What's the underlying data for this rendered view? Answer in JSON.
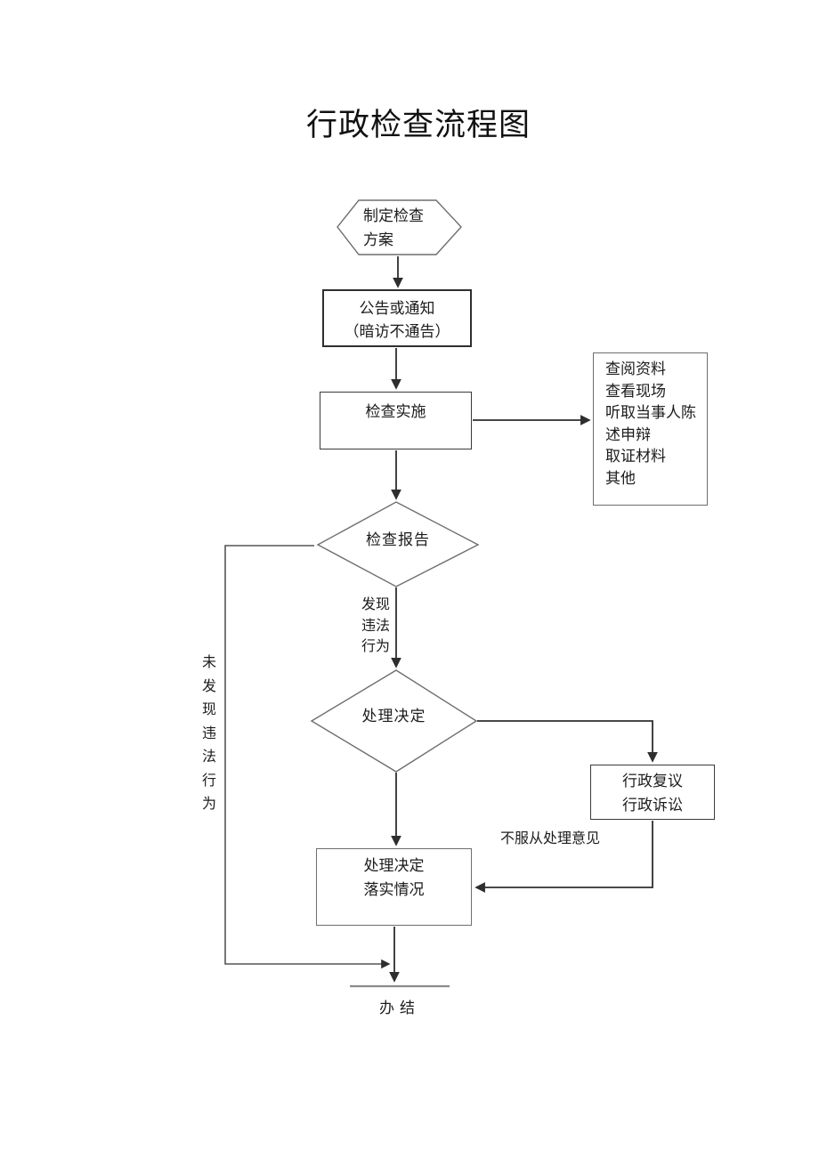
{
  "page": {
    "title": "行政检查流程图"
  },
  "flowchart": {
    "nodes": {
      "plan": {
        "shape": "hexagon",
        "label": "制定检查\n方案"
      },
      "notice": {
        "shape": "rect",
        "line1": "公告或通知",
        "line2": "（暗访不通告）"
      },
      "implement": {
        "shape": "rect",
        "label": "检查实施"
      },
      "methods": {
        "shape": "rect",
        "lines": [
          "查阅资料",
          "查看现场",
          "听取当事人陈",
          "述申辩",
          "取证材料",
          "其他"
        ]
      },
      "report": {
        "shape": "diamond",
        "label": "检查报告"
      },
      "decision": {
        "shape": "diamond",
        "label": "处理决定"
      },
      "review": {
        "shape": "rect",
        "line1": "行政复议",
        "line2": "行政诉讼"
      },
      "implementation": {
        "shape": "rect",
        "line1": "处理决定",
        "line2": "落实情况"
      },
      "end": {
        "label": "办结"
      }
    },
    "edge_labels": {
      "found": "发现\n违法\n行为",
      "not_found": "未\n发\n现\n违\n法\n行\n为",
      "disobey": "不服从处理意见"
    },
    "colors": {
      "line": "#2e2e2e",
      "loop": "#555555",
      "box_border": "#3a3a3a",
      "light_border": "#6e6e6e",
      "text": "#1c1c1c",
      "end_bar": "#8a8a8a"
    }
  }
}
